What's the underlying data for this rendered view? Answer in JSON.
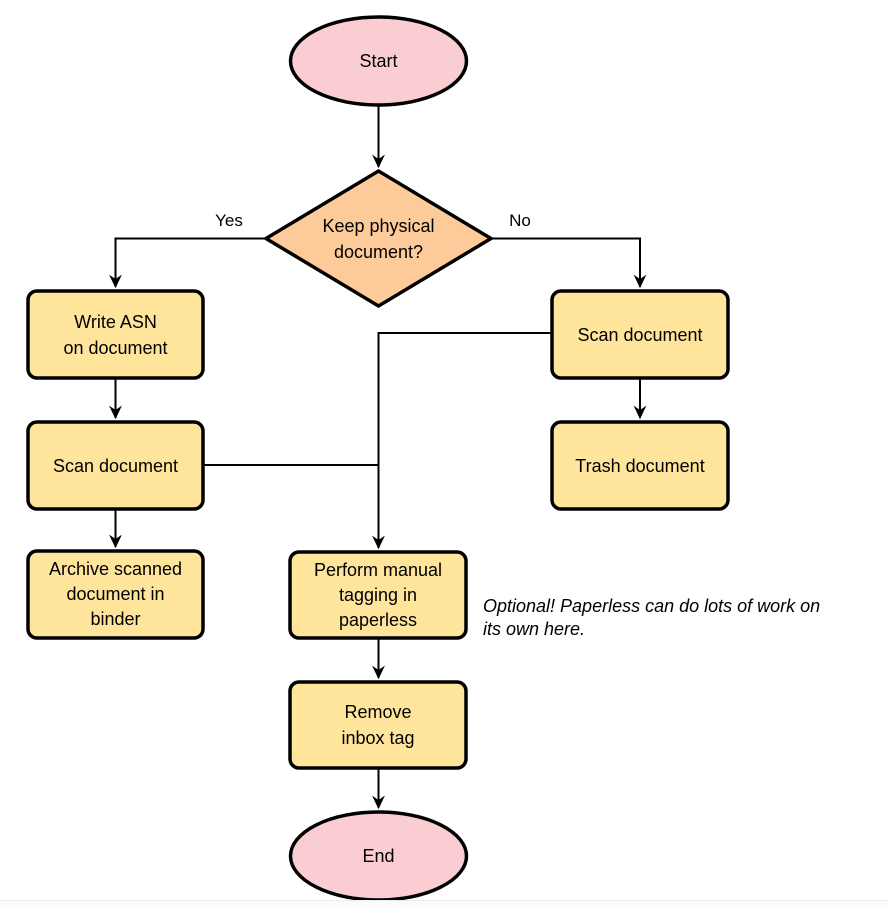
{
  "colors": {
    "terminal_pink": "#f9cdd1",
    "decision_orange": "#fdcb9a",
    "process_yellow": "#ffe49c",
    "outline_black": "#000000"
  },
  "nodes": {
    "start": {
      "label": "Start"
    },
    "decision": {
      "lines": [
        "Keep physical",
        "document?"
      ]
    },
    "write_asn": {
      "lines": [
        "Write ASN",
        "on document"
      ]
    },
    "scan_left": {
      "label": "Scan document"
    },
    "archive": {
      "lines": [
        "Archive scanned",
        "document in",
        "binder"
      ]
    },
    "scan_right": {
      "label": "Scan document"
    },
    "trash": {
      "label": "Trash document"
    },
    "tagging": {
      "lines": [
        "Perform manual",
        "tagging in",
        "paperless"
      ]
    },
    "remove_inbox": {
      "lines": [
        "Remove",
        "inbox tag"
      ]
    },
    "end": {
      "label": "End"
    }
  },
  "edge_labels": {
    "yes": "Yes",
    "no": "No"
  },
  "note": {
    "lines": [
      "Optional! Paperless can do lots of work on",
      "its own here."
    ]
  }
}
